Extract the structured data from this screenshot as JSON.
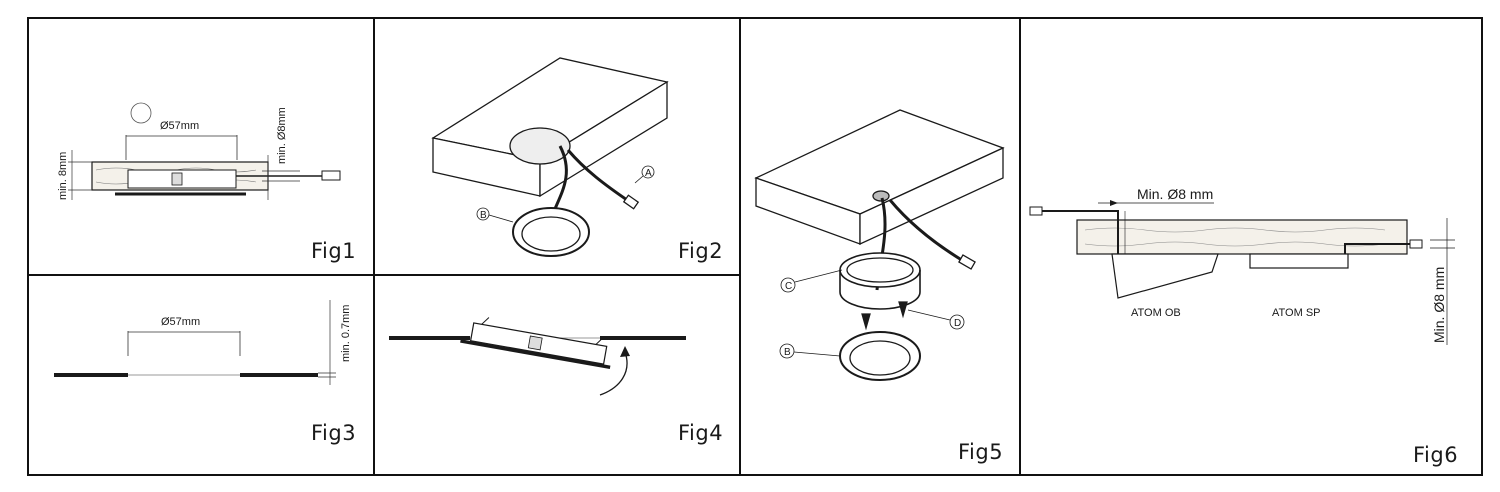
{
  "figures": {
    "fig1": {
      "label": "Fig1",
      "diameter": "Ø57mm",
      "min_depth": "min. 8mm",
      "min_hole": "min. Ø8mm"
    },
    "fig2": {
      "label": "Fig2",
      "callout_a": "A",
      "callout_b": "B"
    },
    "fig3": {
      "label": "Fig3",
      "diameter": "Ø57mm",
      "min_thickness": "min. 0.7mm"
    },
    "fig4": {
      "label": "Fig4"
    },
    "fig5": {
      "label": "Fig5",
      "callout_b": "B",
      "callout_c": "C",
      "callout_d": "D"
    },
    "fig6": {
      "label": "Fig6",
      "min_hole_top": "Min. Ø8 mm",
      "min_hole_side": "Min. Ø8 mm",
      "model_ob": "ATOM OB",
      "model_sp": "ATOM SP"
    }
  },
  "colors": {
    "ink": "#1a1a1a",
    "border": "#111111",
    "wood": "#f4f1ea",
    "paper": "#ffffff"
  }
}
